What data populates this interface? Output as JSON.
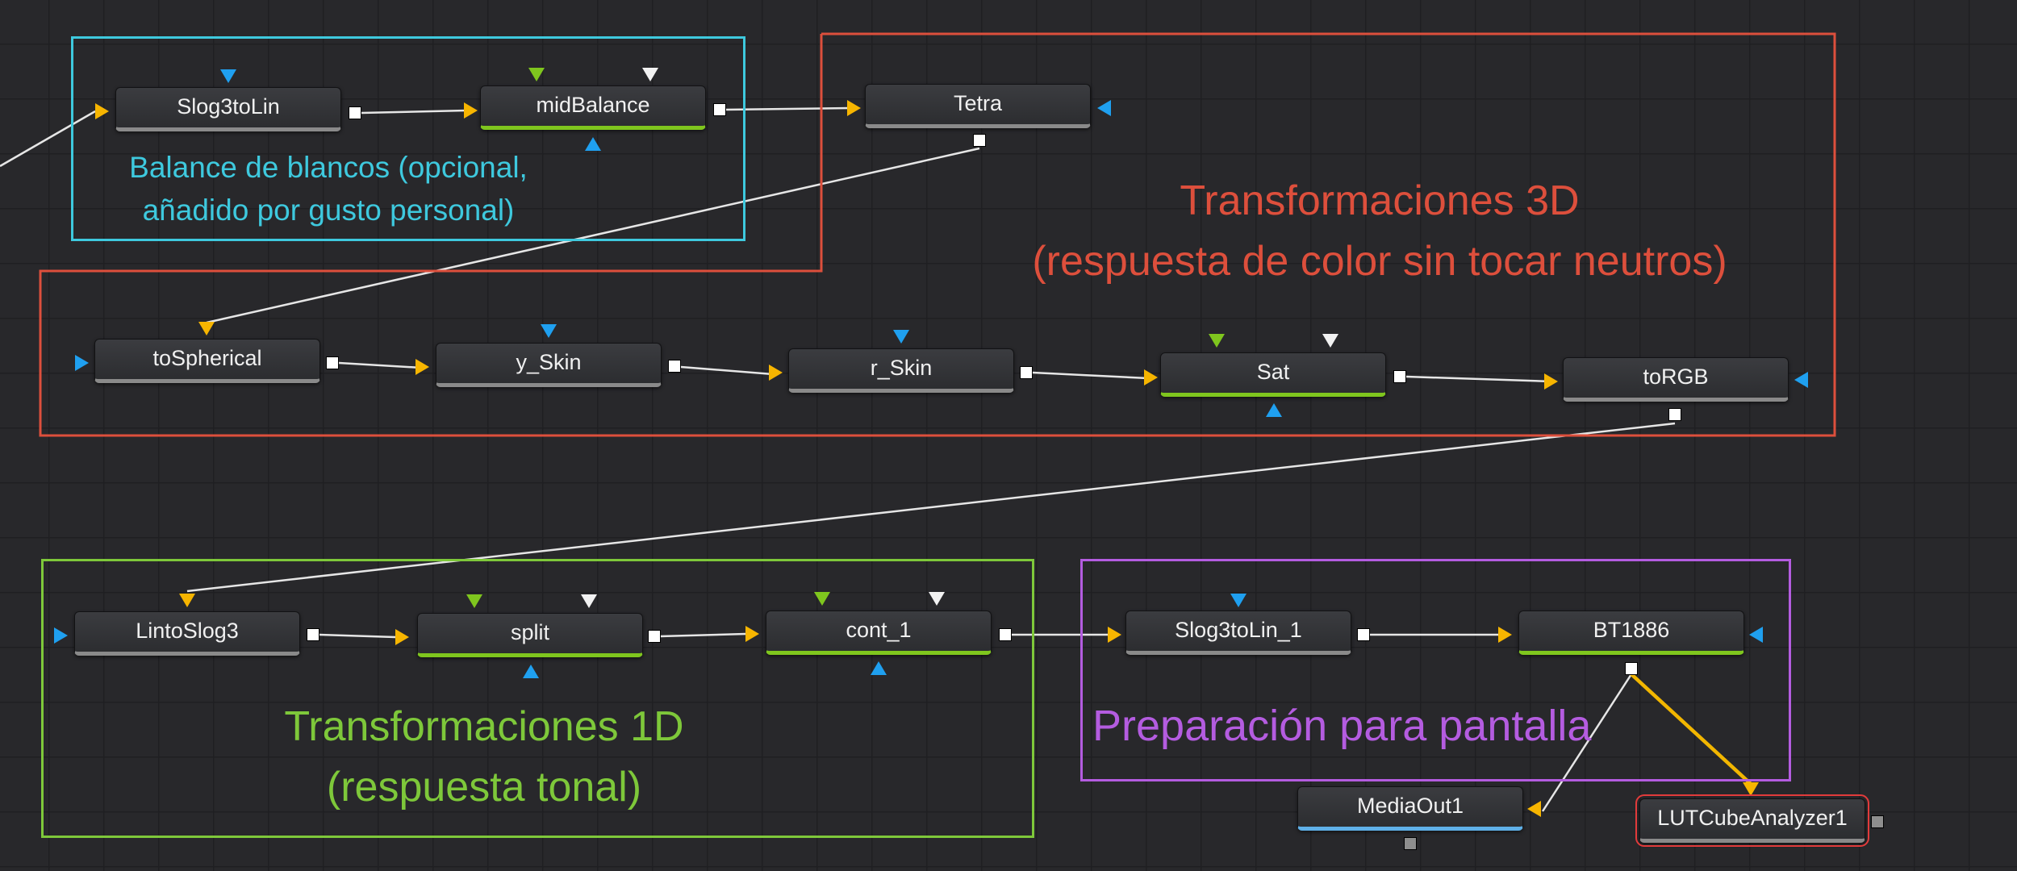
{
  "groups": {
    "white_balance": {
      "label_line1": "Balance de blancos (opcional,",
      "label_line2": "añadido por gusto personal)",
      "color": "#3ec9de"
    },
    "transform_3d": {
      "label_line1": "Transformaciones 3D",
      "label_line2": "(respuesta de color sin tocar neutros)",
      "color": "#dd4f3c"
    },
    "transform_1d": {
      "label_line1": "Transformaciones 1D",
      "label_line2": "(respuesta tonal)",
      "color": "#7ec83a"
    },
    "display_prep": {
      "label": "Preparación para pantalla",
      "color": "#b45ce0"
    }
  },
  "nodes": {
    "slog3tolin": "Slog3toLin",
    "midbalance": "midBalance",
    "tetra": "Tetra",
    "tospherical": "toSpherical",
    "y_skin": "y_Skin",
    "r_skin": "r_Skin",
    "sat": "Sat",
    "torgb": "toRGB",
    "lintoslog3": "LintoSlog3",
    "split": "split",
    "cont_1": "cont_1",
    "slog3tolin_1": "Slog3toLin_1",
    "bt1886": "BT1886",
    "mediaout1": "MediaOut1",
    "lutcubeanalyzer1": "LUTCubeAnalyzer1"
  },
  "colors": {
    "background": "#28282b",
    "grid": "#1f1f22",
    "node_body": "#36373b",
    "node_bar_default": "#8a8a8a",
    "node_bar_green": "#7fc61e",
    "node_bar_blue": "#5fb0e8",
    "input_yellow": "#f7b500",
    "input_blue": "#1fa0f0",
    "input_green": "#7fc61e",
    "wire": "#e6e6e6",
    "wire_active": "#f2b600",
    "selection": "#e23b3b"
  },
  "icons": {
    "input_main": "yellow-triangle-input-icon",
    "input_mask": "blue-triangle-input-icon",
    "input_effect": "green-triangle-input-icon",
    "input_aux": "white-triangle-input-icon",
    "output": "white-square-output-icon"
  }
}
